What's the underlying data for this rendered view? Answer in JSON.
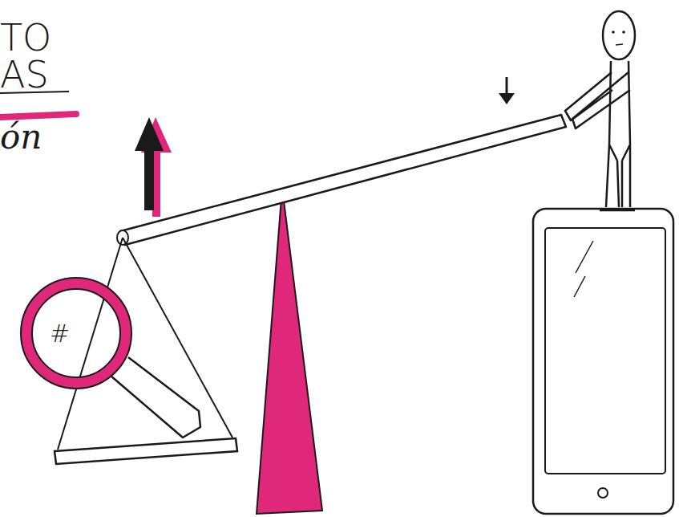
{
  "diagram": {
    "labels": [
      "TO",
      "AS",
      "ón",
      "#"
    ]
  }
}
